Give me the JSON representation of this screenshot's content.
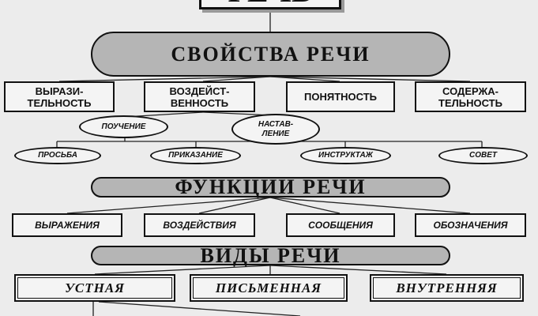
{
  "root": {
    "label": "РЕЧЬ"
  },
  "properties": {
    "title": "СВОЙСТВА РЕЧИ",
    "items": [
      "ВЫРАЗИ-\nТЕЛЬНОСТЬ",
      "ВОЗДЕЙСТ-\nВЕННОСТЬ",
      "ПОНЯТНОСТЬ",
      "СОДЕРЖА-\nТЕЛЬНОСТЬ"
    ]
  },
  "influence": {
    "items": [
      "ПОУЧЕНИЕ",
      "НАСТАВ-\nЛЕНИЕ"
    ],
    "sub": [
      "ПРОСЬБА",
      "ПРИКАЗАНИЕ",
      "ИНСТРУКТАЖ",
      "СОВЕТ"
    ]
  },
  "functions": {
    "title": "ФУНКЦИИ РЕЧИ",
    "items": [
      "ВЫРАЖЕНИЯ",
      "ВОЗДЕЙСТВИЯ",
      "СООБЩЕНИЯ",
      "ОБОЗНАЧЕНИЯ"
    ]
  },
  "types": {
    "title": "ВИДЫ РЕЧИ",
    "items": [
      "УСТНАЯ",
      "ПИСЬМЕННАЯ",
      "ВНУТРЕННЯЯ"
    ]
  }
}
